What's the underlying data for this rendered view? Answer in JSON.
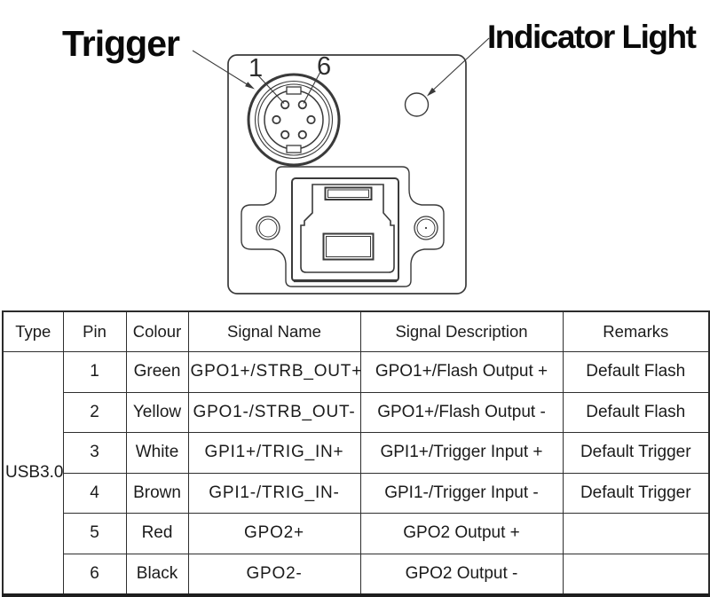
{
  "diagram": {
    "trigger_label": "Trigger",
    "indicator_label": "Indicator Light",
    "pin1_label": "1",
    "pin6_label": "6",
    "line_color": "#3a3a3a"
  },
  "table": {
    "headers": {
      "type": "Type",
      "pin": "Pin",
      "colour": "Colour",
      "signal_name": "Signal Name",
      "signal_description": "Signal Description",
      "remarks": "Remarks"
    },
    "type_value": "USB3.0",
    "rows": [
      {
        "pin": "1",
        "colour": "Green",
        "signal_name": "GPO1+/STRB_OUT+",
        "signal_description": "GPO1+/Flash Output +",
        "remarks": "Default Flash"
      },
      {
        "pin": "2",
        "colour": "Yellow",
        "signal_name": "GPO1-/STRB_OUT-",
        "signal_description": "GPO1+/Flash Output -",
        "remarks": "Default Flash"
      },
      {
        "pin": "3",
        "colour": "White",
        "signal_name": "GPI1+/TRIG_IN+",
        "signal_description": "GPI1+/Trigger Input +",
        "remarks": "Default Trigger"
      },
      {
        "pin": "4",
        "colour": "Brown",
        "signal_name": "GPI1-/TRIG_IN-",
        "signal_description": "GPI1-/Trigger Input -",
        "remarks": "Default Trigger"
      },
      {
        "pin": "5",
        "colour": "Red",
        "signal_name": "GPO2+",
        "signal_description": "GPO2 Output +",
        "remarks": ""
      },
      {
        "pin": "6",
        "colour": "Black",
        "signal_name": "GPO2-",
        "signal_description": "GPO2 Output -",
        "remarks": ""
      }
    ]
  }
}
